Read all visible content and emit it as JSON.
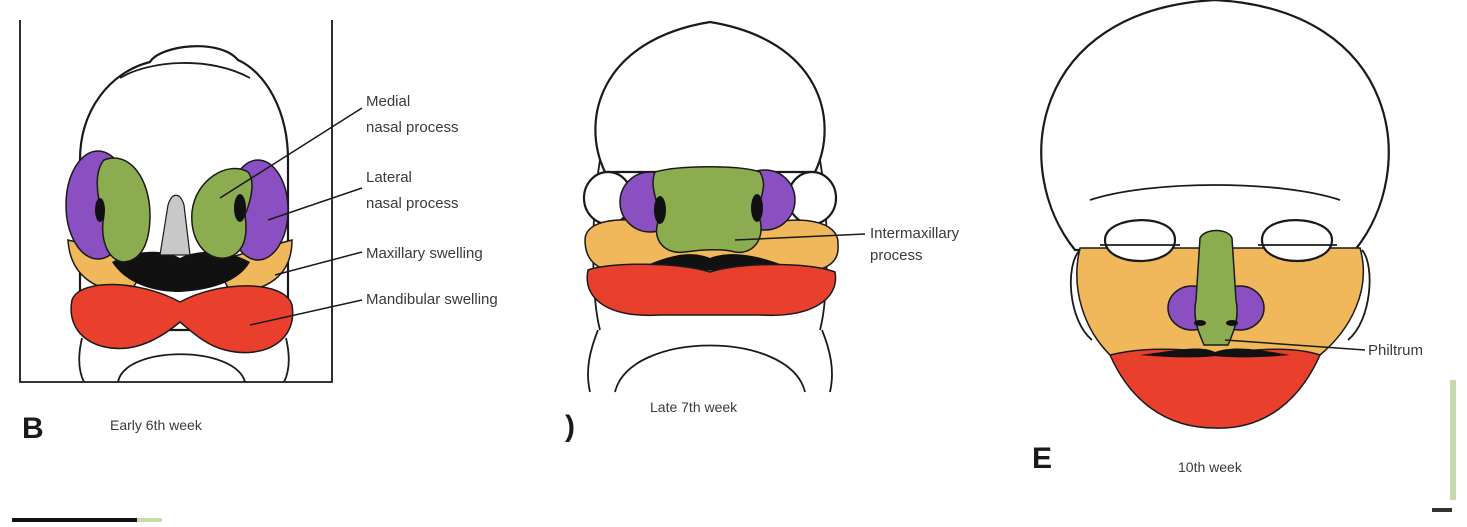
{
  "colors": {
    "medial_nasal": "#8cad4f",
    "lateral_nasal": "#8a4fc0",
    "maxillary": "#f0b85a",
    "mandibular": "#e8402c",
    "black": "#111111",
    "grey": "#c8c8c8"
  },
  "panel_b": {
    "letter": "B",
    "caption": "Early 6th week",
    "labels": {
      "medial": [
        "Medial",
        "nasal process"
      ],
      "lateral": [
        "Lateral",
        "nasal process"
      ],
      "maxillary": "Maxillary swelling",
      "mandibular": "Mandibular swelling"
    }
  },
  "panel_d": {
    "letter": ")",
    "caption": "Late 7th week",
    "labels": {
      "intermaxillary": [
        "Intermaxillary",
        "process"
      ]
    }
  },
  "panel_e": {
    "letter": "E",
    "caption": "10th week",
    "labels": {
      "philtrum": "Philtrum"
    }
  }
}
